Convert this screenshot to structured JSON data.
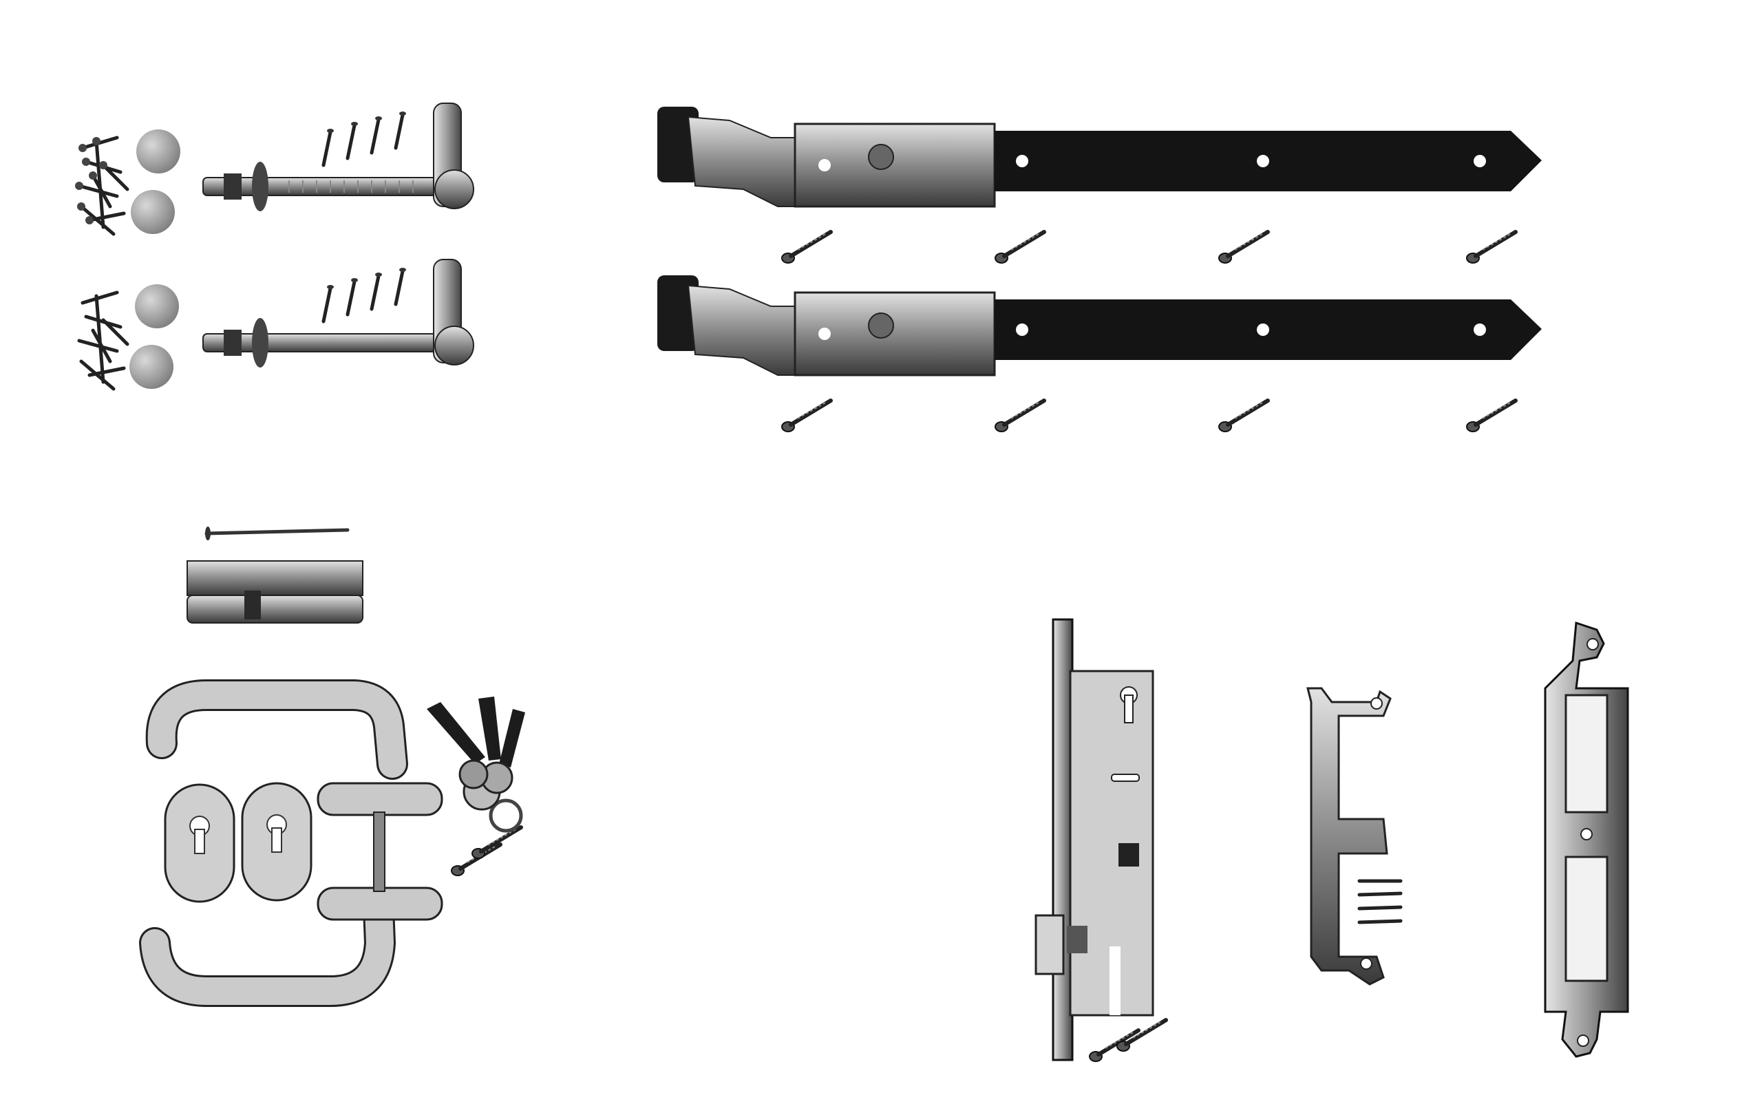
{
  "scene": {
    "background": "#ffffff",
    "palette": {
      "dark_metal": "#1a1a1a",
      "mid_metal": "#6e6e6e",
      "light_metal": "#b9b9b9",
      "pale_metal": "#d8d8d8",
      "plastic_grey": "#c7c7c7",
      "cap_grey": "#9a9a9a",
      "outline": "#111111"
    },
    "objects": [
      {
        "name": "screw-pile-top-left",
        "icon": "screws-and-nuts"
      },
      {
        "name": "cover-caps-top",
        "icon": "round-caps"
      },
      {
        "name": "gate-pin-top",
        "icon": "threaded-hinge-pin"
      },
      {
        "name": "strap-hinge-top",
        "icon": "black-strap-hinge"
      },
      {
        "name": "gate-pin-second",
        "icon": "threaded-hinge-pin"
      },
      {
        "name": "strap-hinge-second",
        "icon": "black-strap-hinge"
      },
      {
        "name": "cylinder-lock",
        "icon": "euro-profile-cylinder"
      },
      {
        "name": "lever-handle-set",
        "icon": "door-handle-pair"
      },
      {
        "name": "key-bundle",
        "icon": "keys-on-ring"
      },
      {
        "name": "mortise-lock",
        "icon": "mortise-lock-body"
      },
      {
        "name": "strike-bracket",
        "icon": "angled-strike-plate"
      },
      {
        "name": "strike-plate-long",
        "icon": "long-strike-plate"
      }
    ]
  }
}
